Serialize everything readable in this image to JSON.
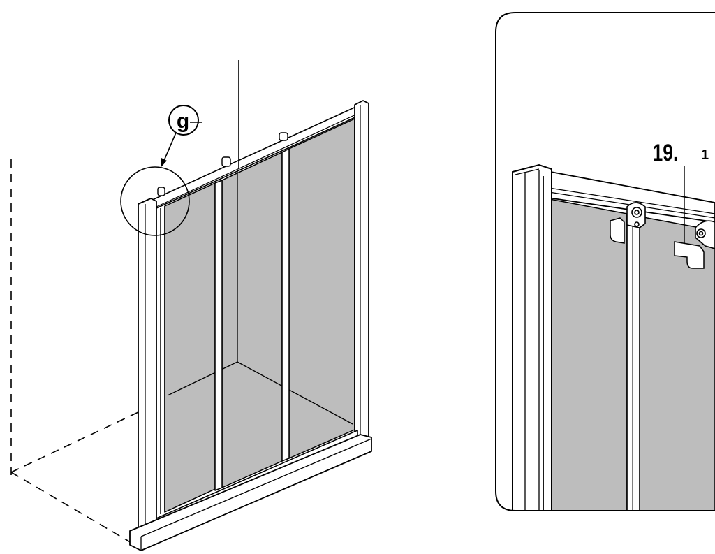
{
  "callouts": {
    "detail_marker": "g",
    "part_number_main": "19.",
    "part_number_sub": "1"
  },
  "colors": {
    "glass": "#bdbdbd",
    "frame": "#ffffff",
    "stroke": "#000000",
    "background": "#ffffff"
  },
  "icons": {
    "detail_circle": "magnifier-circle",
    "pointer": "arrow-leader",
    "roller": "door-roller-icon"
  }
}
